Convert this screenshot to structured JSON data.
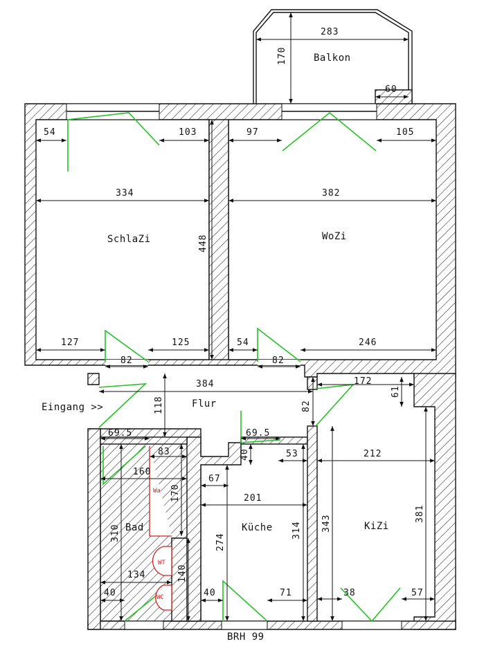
{
  "plan_code": "BRH 99",
  "entrance_label": "Eingang >>",
  "rooms": {
    "balkon": "Balkon",
    "schlafzimmer": "SchlaZi",
    "wohnzimmer": "WoZi",
    "flur": "Flur",
    "bad": "Bad",
    "kueche": "Küche",
    "kinderzimmer": "KiZi"
  },
  "fixtures": {
    "washing_machine": "Wa",
    "washbasin": "WT",
    "toilet": "WC"
  },
  "dimensions": {
    "balkon_width": "283",
    "balkon_depth": "170",
    "balkon_corner": "60",
    "schlazi_left_window": "54",
    "schlazi_right_window": "103",
    "schlazi_width": "334",
    "schlazi_depth": "448",
    "schlazi_bottom_left": "127",
    "schlazi_bottom_right": "125",
    "schlazi_door": "82",
    "wozi_left_window": "97",
    "wozi_right_window": "105",
    "wozi_width": "382",
    "wozi_bottom_left": "54",
    "wozi_bottom_right": "246",
    "wozi_door": "82",
    "flur_width": "384",
    "flur_depth": "118",
    "flur_side": "82",
    "kizi_top": "172",
    "kizi_step": "61",
    "kizi_width": "212",
    "kizi_depth": "381",
    "kizi_left_depth": "343",
    "kizi_bottom_left": "38",
    "kizi_bottom_right": "57",
    "bad_door": "69.5",
    "bad_wa_width": "83",
    "bad_width": "160",
    "bad_wa_depth": "170",
    "bad_depth": "310",
    "bad_lower_width": "134",
    "bad_lower_depth": "140",
    "bad_bottom_left": "40",
    "kueche_door": "69.5",
    "kueche_niche_depth": "40",
    "kueche_niche_right": "53",
    "kueche_niche_left": "67",
    "kueche_width": "201",
    "kueche_left_depth": "274",
    "kueche_right_depth": "314",
    "kueche_bottom_left": "40",
    "kueche_bottom_right": "71"
  },
  "colors": {
    "wall": "#111111",
    "door": "#22c322",
    "fixture": "#d42020"
  }
}
